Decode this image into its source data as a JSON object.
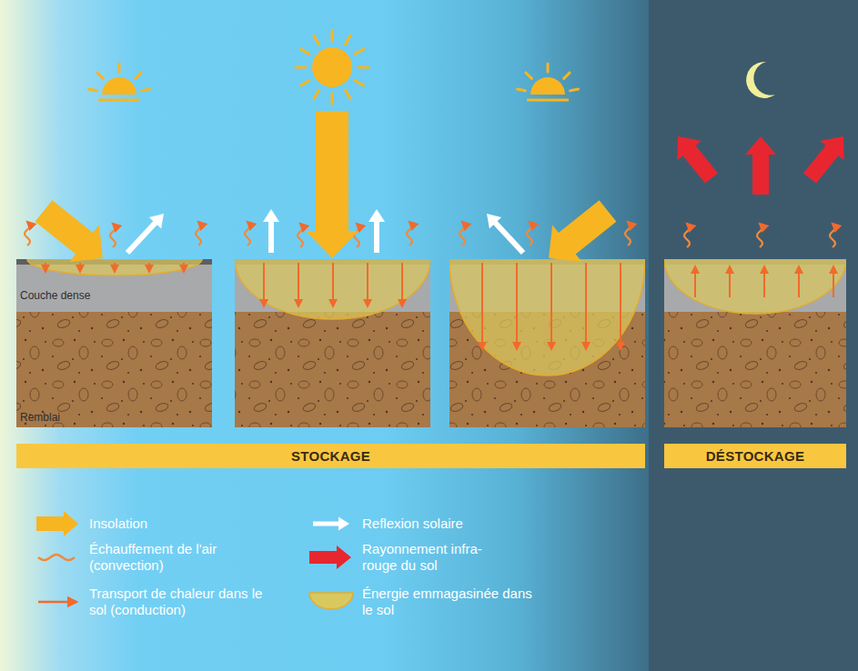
{
  "diagram": {
    "nodes": [
      {
        "text": [
          "STOCKAGE"
        ]
      },
      {
        "text": [
          "DÉSTOCKAGE"
        ]
      }
    ],
    "labels": [
      "Couche dense",
      "Remblai"
    ],
    "legend": [
      {
        "text": "Insolation"
      },
      {
        "text": "Échauffement de l'air (convection)"
      },
      {
        "text": "Transport de chaleur dans le sol (conduction)"
      },
      {
        "text": "Reflexion solaire"
      },
      {
        "text": "Rayonnement infra-rouge du sol"
      },
      {
        "text": "Énergie emmagasinée dans le sol"
      }
    ]
  }
}
